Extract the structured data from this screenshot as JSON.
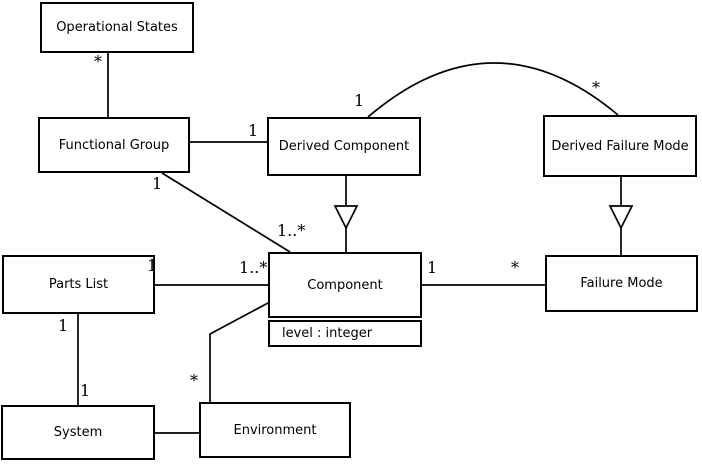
{
  "diagram": {
    "kind": "uml-class-diagram",
    "colors": {
      "background": "#ffffff",
      "line": "#000000",
      "box_fill": "#ffffff"
    },
    "classes": {
      "operational_states": {
        "name": "Operational States"
      },
      "functional_group": {
        "name": "Functional Group"
      },
      "derived_component": {
        "name": "Derived Component"
      },
      "derived_failure_mode": {
        "name": "Derived Failure Mode"
      },
      "parts_list": {
        "name": "Parts List"
      },
      "component": {
        "name": "Component",
        "attribute": "level : integer"
      },
      "failure_mode": {
        "name": "Failure Mode"
      },
      "system": {
        "name": "System"
      },
      "environment": {
        "name": "Environment"
      }
    },
    "labels": {
      "op_states_mult": "*",
      "fg_dc_mult": "1",
      "arc_dc_mult": "1",
      "arc_dfm_mult": "*",
      "fg_comp_one": "1",
      "fg_comp_many": "1..*",
      "pl_comp_one": "1",
      "pl_comp_many": "1..*",
      "comp_fm_one": "1",
      "comp_fm_many": "*",
      "pl_sys_one": "1",
      "pl_sys_one_b": "1",
      "env_comp_many": "*"
    },
    "relationships": [
      {
        "a": "Operational States",
        "b": "Functional Group",
        "type": "association",
        "a_mult": "*"
      },
      {
        "a": "Functional Group",
        "b": "Derived Component",
        "type": "association",
        "b_mult": "1"
      },
      {
        "a": "Derived Component",
        "b": "Derived Failure Mode",
        "type": "association-arc",
        "a_mult": "1",
        "b_mult": "*"
      },
      {
        "a": "Derived Component",
        "b": "Component",
        "type": "generalization"
      },
      {
        "a": "Derived Failure Mode",
        "b": "Failure Mode",
        "type": "generalization"
      },
      {
        "a": "Functional Group",
        "b": "Component",
        "type": "association",
        "a_mult": "1",
        "b_mult": "1..*"
      },
      {
        "a": "Parts List",
        "b": "Component",
        "type": "association",
        "a_mult": "1",
        "b_mult": "1..*"
      },
      {
        "a": "Component",
        "b": "Failure Mode",
        "type": "association",
        "a_mult": "1",
        "b_mult": "*"
      },
      {
        "a": "Parts List",
        "b": "System",
        "type": "association",
        "a_mult": "1",
        "b_mult": "1"
      },
      {
        "a": "System",
        "b": "Environment",
        "type": "association"
      },
      {
        "a": "Environment",
        "b": "Component",
        "type": "association",
        "a_mult": "*"
      }
    ]
  }
}
